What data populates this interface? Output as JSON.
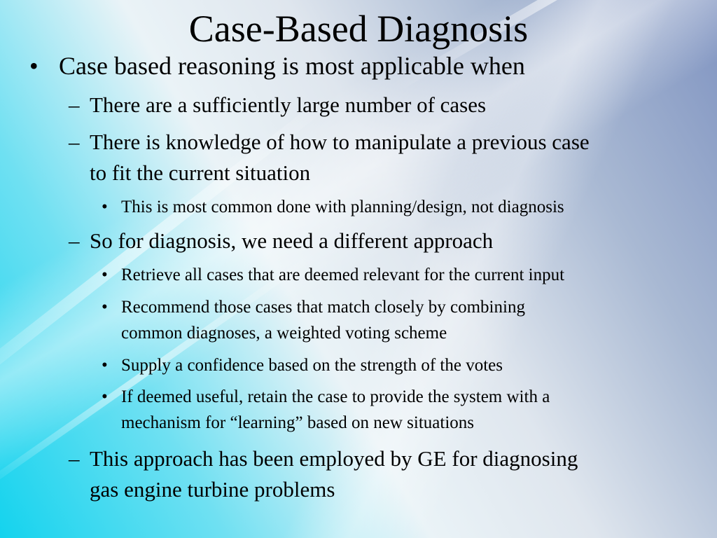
{
  "slide": {
    "title": "Case-Based Diagnosis",
    "bullet_marker": "•",
    "dash_marker": "–",
    "items": [
      {
        "level": 1,
        "text": "Case based reasoning is most applicable when"
      },
      {
        "level": 2,
        "text": "There are a sufficiently large number of cases"
      },
      {
        "level": 2,
        "lines": [
          "There is knowledge of how to manipulate a previous case",
          "to fit the current situation"
        ]
      },
      {
        "level": 3,
        "text": "This is most common done with planning/design, not diagnosis"
      },
      {
        "level": 2,
        "text": "So for diagnosis, we need a different approach"
      },
      {
        "level": 3,
        "text": "Retrieve all cases that are deemed relevant for the current input"
      },
      {
        "level": 3,
        "lines": [
          "Recommend those cases that match closely by combining",
          "common diagnoses, a weighted voting scheme"
        ]
      },
      {
        "level": 3,
        "text": "Supply a confidence based on the strength of the votes"
      },
      {
        "level": 3,
        "lines": [
          "If deemed useful, retain the case to provide the system with a",
          "mechanism for “learning” based on new situations"
        ]
      },
      {
        "level": 2,
        "lines": [
          "This approach has been employed by GE for diagnosing",
          "gas engine turbine problems"
        ]
      }
    ]
  }
}
